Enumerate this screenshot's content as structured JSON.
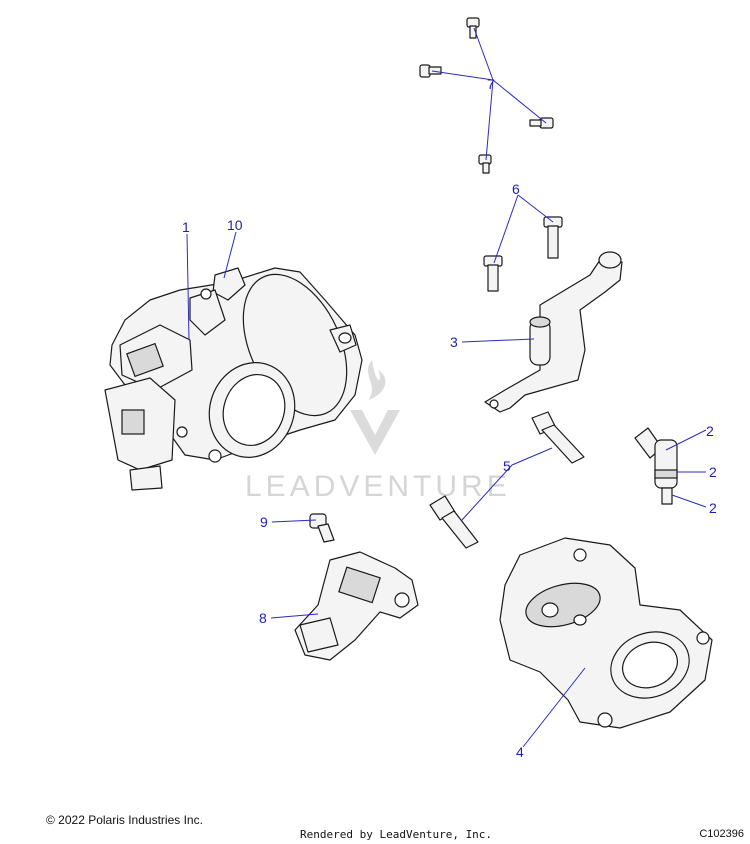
{
  "callouts": {
    "c1": "1",
    "c10": "10",
    "c7": "7",
    "c6": "6",
    "c3": "3",
    "c2a": "2",
    "c2b": "2",
    "c2c": "2",
    "c5": "5",
    "c9": "9",
    "c8": "8",
    "c4": "4"
  },
  "watermark": {
    "text": "LEADVENTURE"
  },
  "footer": {
    "copyright": "© 2022 Polaris Industries Inc.",
    "rendered_by": "Rendered by LeadVenture, Inc.",
    "diagram_code": "C102396"
  },
  "colors": {
    "callout": "#1f1fb5",
    "leader": "#2b2bbf",
    "line": "#1a1a1a"
  }
}
